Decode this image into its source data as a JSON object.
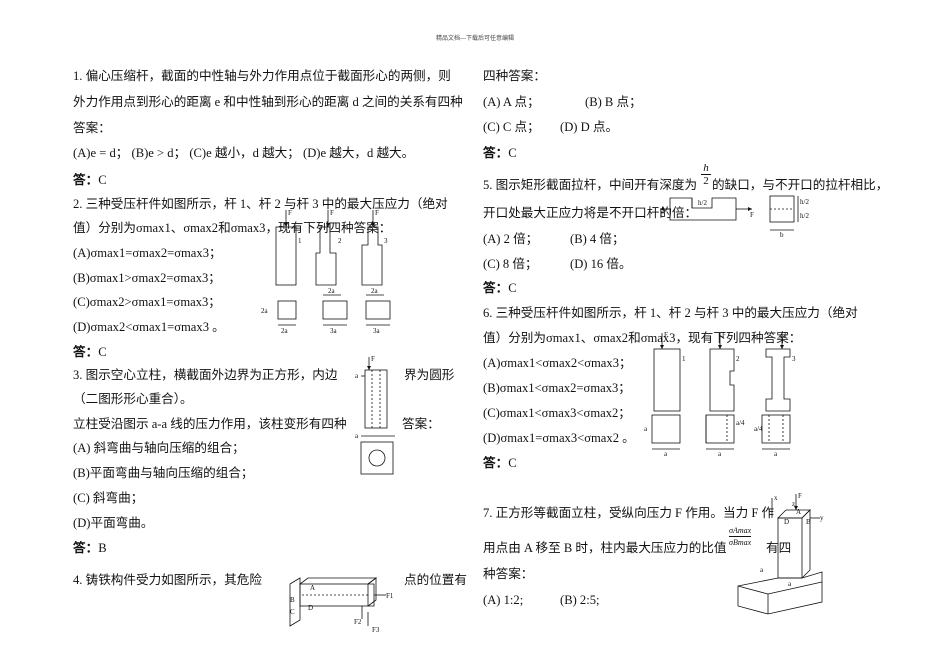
{
  "header": "精品文档---下载后可任意编辑",
  "left": {
    "q1": {
      "l1": "1. 偏心压缩杆，截面的中性轴与外力作用点位于截面形心的两侧，则",
      "l2": "外力作用点到形心的距离 e 和中性轴到形心的距离 d 之间的关系有四种",
      "l3": "答案：",
      "opts": "(A)e = d；      (B)e > d；      (C)e 越小，d 越大；      (D)e 越大，d 越大。",
      "ans_label": "答：",
      "ans": "C"
    },
    "q2": {
      "l1": "2. 三种受压杆件如图所示，杆 1、杆 2 与杆 3 中的最大压应力（绝对",
      "l2": "值）分别为σmax1、σmax2和σmax3，现有下列四种答案：",
      "a": "(A)σmax1=σmax2=σmax3；",
      "b": "(B)σmax1>σmax2=σmax3；",
      "c": "(C)σmax2>σmax1=σmax3；",
      "d": "(D)σmax2<σmax1=σmax3 。",
      "ans_label": "答：",
      "ans": "C",
      "fig_labels": [
        "F",
        "F",
        "F",
        "1",
        "2",
        "3",
        "2a",
        "2a",
        "2a",
        "3a",
        "3a",
        "2a",
        "a"
      ]
    },
    "q3": {
      "l1a": "3. 图示空心立柱，横截面外边界为正方形，内边",
      "l1b": "界为圆形",
      "l2": "（二图形形心重合）。",
      "l3a": "立柱受沿图示 a-a 线的压力作用，该柱变形有四种",
      "l3b": "答案：",
      "a": "(A)   斜弯曲与轴向压缩的组合；",
      "b": "(B)平面弯曲与轴向压缩的组合；",
      "c": "(C)   斜弯曲；",
      "d": "(D)平面弯曲。",
      "ans_label": "答：",
      "ans": "B",
      "fig_labels": [
        "F",
        "a",
        "a",
        "a"
      ]
    },
    "q4": {
      "l1a": "4. 铸铁构件受力如图所示，其危险",
      "l1b": "点的位置有",
      "fig_labels": [
        "A",
        "B",
        "C",
        "D",
        "F1",
        "F2",
        "F3"
      ]
    }
  },
  "right": {
    "q4cont": {
      "l1": "四种答案：",
      "o1": "(A) A 点；",
      "o2": "(B) B 点；",
      "o3": "(C) C 点；",
      "o4": "(D) D 点。",
      "ans_label": "答：",
      "ans": "C"
    },
    "q5": {
      "l1a": "5. 图示矩形截面拉杆，中间开有深度为",
      "frac_num": "h",
      "frac_den": "2",
      "l1b": "的缺口，与不开口的拉杆相比，",
      "l2": "开口处最大正应力将是不开口杆的倍：",
      "o1": "(A) 2 倍；",
      "o2": "(B) 4 倍；",
      "o3": "(C) 8 倍；",
      "o4": "(D) 16 倍。",
      "ans_label": "答：",
      "ans": "C",
      "fig_labels": [
        "h/2",
        "F",
        "F",
        "h/2",
        "h/2",
        "b"
      ]
    },
    "q6": {
      "l1": "6. 三种受压杆件如图所示，杆 1、杆 2 与杆 3 中的最大压应力（绝对",
      "l2": "值）分别为σmax1、σmax2和σmax3，现有下列四种答案：",
      "a": "(A)σmax1<σmax2<σmax3；",
      "b": "(B)σmax1<σmax2=σmax3；",
      "c": "(C)σmax1<σmax3<σmax2；",
      "d": "(D)σmax1=σmax3<σmax2 。",
      "ans_label": "答：",
      "ans": "C",
      "fig_labels": [
        "F",
        "F",
        "F",
        "1",
        "2",
        "3",
        "a",
        "a/4",
        "a/4",
        "a",
        "a",
        "a"
      ]
    },
    "q7": {
      "l1": "7. 正方形等截面立柱，受纵向压力 F 作用。当力 F 作",
      "l2a": "用点由 A 移至 B 时，柱内最大压应力的比值",
      "frac_num": "σAmax",
      "frac_den": "σBmax",
      "l2b": "有四",
      "l3": "种答案：",
      "o1": "(A) 1:2;",
      "o2": "(B) 2:5;",
      "fig_labels": [
        "x",
        "F",
        "z",
        "B",
        "D",
        "A",
        "y",
        "a",
        "a"
      ]
    }
  }
}
